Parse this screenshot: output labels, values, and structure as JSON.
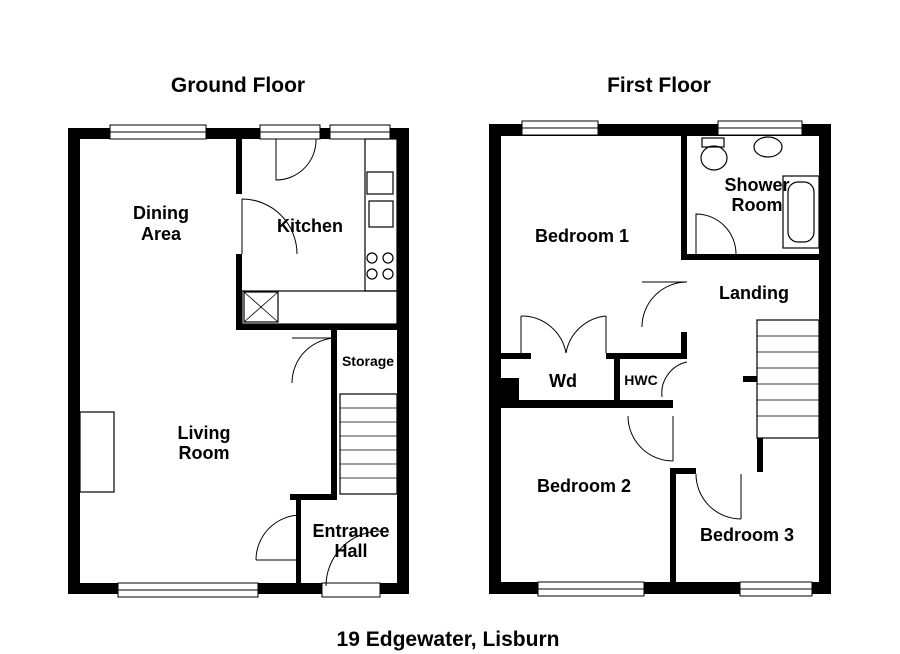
{
  "titles": {
    "ground": "Ground Floor",
    "first": "First Floor",
    "address": "19 Edgewater, Lisburn"
  },
  "ground_rooms": {
    "dining_1": "Dining",
    "dining_2": "Area",
    "kitchen": "Kitchen",
    "storage": "Storage",
    "living_1": "Living",
    "living_2": "Room",
    "entrance_1": "Entrance",
    "entrance_2": "Hall"
  },
  "first_rooms": {
    "bedroom1": "Bedroom 1",
    "shower_1": "Shower",
    "shower_2": "Room",
    "landing": "Landing",
    "wd": "Wd",
    "hwc": "HWC",
    "bedroom2": "Bedroom 2",
    "bedroom3": "Bedroom 3"
  },
  "colors": {
    "wall": "#000000",
    "background": "#ffffff"
  }
}
